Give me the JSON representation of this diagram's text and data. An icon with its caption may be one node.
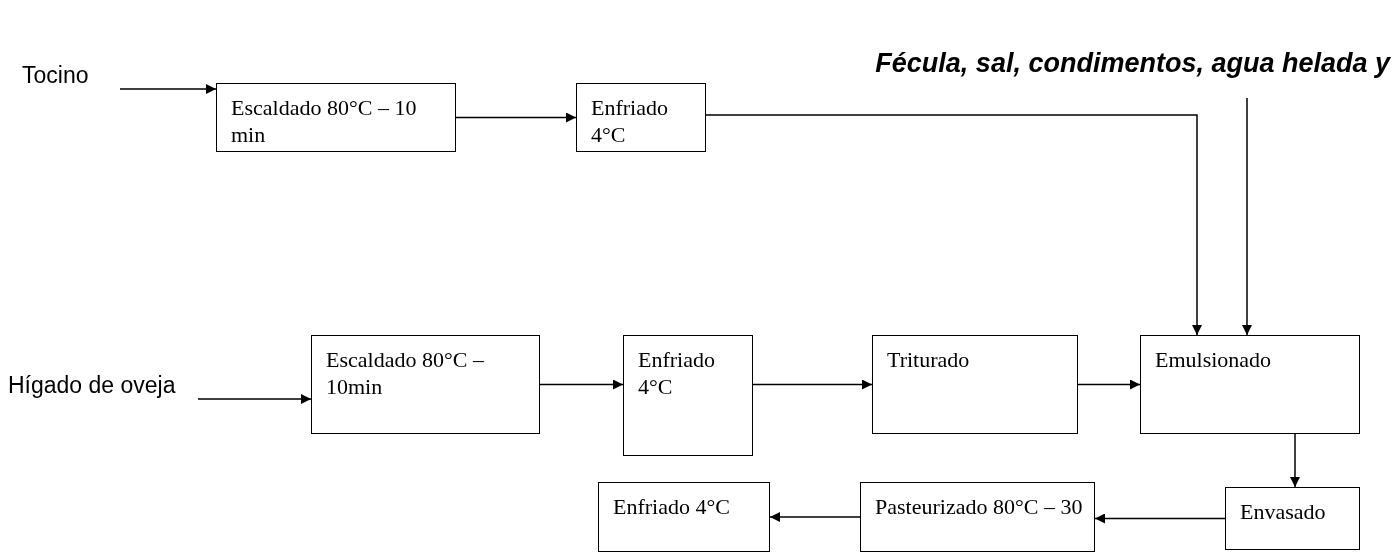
{
  "diagram": {
    "nodes": [
      {
        "text": [
          "Tocino"
        ]
      },
      {
        "text": [
          "Escaldado 80°C – 10 min"
        ]
      },
      {
        "text": [
          "Enfriado 4°C"
        ]
      },
      {
        "text": [
          "Fécula, sal, condimentos, agua helada y"
        ]
      },
      {
        "text": [
          "Hígado de oveja"
        ]
      },
      {
        "text": [
          "Escaldado 80°C – 10min"
        ]
      },
      {
        "text": [
          "Enfriado 4°C"
        ]
      },
      {
        "text": [
          "Triturado"
        ]
      },
      {
        "text": [
          "Emulsionado"
        ]
      },
      {
        "text": [
          "Envasado"
        ]
      },
      {
        "text": [
          "Pasteurizado 80°C – 30"
        ]
      },
      {
        "text": [
          "Enfriado 4°C"
        ]
      }
    ],
    "edges": [
      {
        "from": 0,
        "to": 1,
        "arrow": "to"
      },
      {
        "from": 1,
        "to": 2,
        "arrow": "to"
      },
      {
        "from": 2,
        "to": 8,
        "arrow": "to"
      },
      {
        "from": 3,
        "to": 8,
        "arrow": "to"
      },
      {
        "from": 4,
        "to": 5,
        "arrow": "to"
      },
      {
        "from": 5,
        "to": 6,
        "arrow": "to"
      },
      {
        "from": 6,
        "to": 7,
        "arrow": "to"
      },
      {
        "from": 7,
        "to": 8,
        "arrow": "to"
      },
      {
        "from": 8,
        "to": 9,
        "arrow": "to"
      },
      {
        "from": 9,
        "to": 10,
        "arrow": "to"
      },
      {
        "from": 10,
        "to": 11,
        "arrow": "to"
      }
    ]
  }
}
